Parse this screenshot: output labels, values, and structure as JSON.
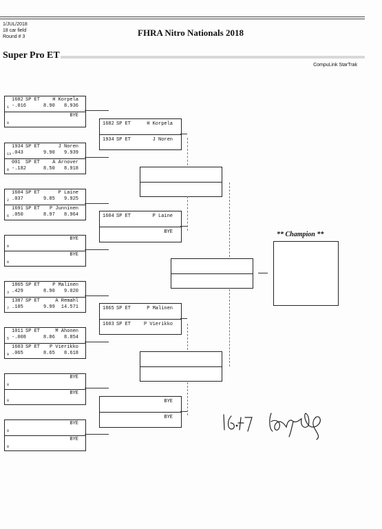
{
  "header": {
    "date": "1/JUL/2018",
    "field": "18 car field",
    "round": "Round # 3",
    "title": "FHRA Nitro Nationals 2018",
    "class_name": "Super Pro ET",
    "software": "CompuLink StarTrak"
  },
  "round1": [
    {
      "lane1": {
        "num": "1682",
        "cls": "SP ET",
        "name": "H Korpela",
        "lane": "1",
        "rt": "-.016",
        "dial": "8.90",
        "et": "8.936"
      },
      "lane2": {
        "num": "",
        "cls": "",
        "name": "BYE",
        "lane": "0",
        "rt": "",
        "dial": "",
        "et": ""
      }
    },
    {
      "lane1": {
        "num": "1934",
        "cls": "SP ET",
        "name": "J Noren",
        "lane": "13",
        "rt": ".043",
        "dial": "9.90",
        "et": "9.939"
      },
      "lane2": {
        "num": "001",
        "cls": "SP ET",
        "name": "A Arnover",
        "lane": "8",
        "rt": "-.182",
        "dial": "8.50",
        "et": "8.918"
      }
    },
    {
      "lane1": {
        "num": "1604",
        "cls": "SP ET",
        "name": "P Laine",
        "lane": "2",
        "rt": ".037",
        "dial": "9.85",
        "et": "9.925"
      },
      "lane2": {
        "num": "1691",
        "cls": "SP ET",
        "name": "P Junninen",
        "lane": "6",
        "rt": ".050",
        "dial": "8.97",
        "et": "8.964"
      }
    },
    {
      "lane1": {
        "num": "",
        "cls": "",
        "name": "BYE",
        "lane": "0",
        "rt": "",
        "dial": "",
        "et": ""
      },
      "lane2": {
        "num": "",
        "cls": "",
        "name": "BYE",
        "lane": "0",
        "rt": "",
        "dial": "",
        "et": ""
      }
    },
    {
      "lane1": {
        "num": "1865",
        "cls": "SP ET",
        "name": "P Malinen",
        "lane": "3",
        "rt": ".429",
        "dial": "8.90",
        "et": "9.020"
      },
      "lane2": {
        "num": "1387",
        "cls": "SP ET",
        "name": "A Remahl",
        "lane": "7",
        "rt": ".105",
        "dial": "9.99",
        "et": "14.571"
      }
    },
    {
      "lane1": {
        "num": "1011",
        "cls": "SP ET",
        "name": "M Ahonen",
        "lane": "5",
        "rt": "-.008",
        "dial": "8.86",
        "et": "8.854"
      },
      "lane2": {
        "num": "1603",
        "cls": "SP ET",
        "name": "P Vierikko",
        "lane": "9",
        "rt": ".065",
        "dial": "8.65",
        "et": "8.618"
      }
    },
    {
      "lane1": {
        "num": "",
        "cls": "",
        "name": "BYE",
        "lane": "0",
        "rt": "",
        "dial": "",
        "et": ""
      },
      "lane2": {
        "num": "",
        "cls": "",
        "name": "BYE",
        "lane": "0",
        "rt": "",
        "dial": "",
        "et": ""
      }
    },
    {
      "lane1": {
        "num": "",
        "cls": "",
        "name": "BYE",
        "lane": "0",
        "rt": "",
        "dial": "",
        "et": ""
      },
      "lane2": {
        "num": "",
        "cls": "",
        "name": "BYE",
        "lane": "0",
        "rt": "",
        "dial": "",
        "et": ""
      }
    }
  ],
  "round2": [
    {
      "lane1": {
        "num": "1682",
        "cls": "SP ET",
        "name": "H Korpela"
      },
      "lane2": {
        "num": "1934",
        "cls": "SP ET",
        "name": "J Noren"
      }
    },
    {
      "lane1": {
        "num": "1604",
        "cls": "SP ET",
        "name": "P Laine"
      },
      "lane2": {
        "num": "",
        "cls": "",
        "name": "BYE"
      }
    },
    {
      "lane1": {
        "num": "1865",
        "cls": "SP ET",
        "name": "P Malinen"
      },
      "lane2": {
        "num": "1603",
        "cls": "SP ET",
        "name": "P Vierikko"
      }
    },
    {
      "lane1": {
        "num": "",
        "cls": "",
        "name": "BYE"
      },
      "lane2": {
        "num": "",
        "cls": "",
        "name": "BYE"
      }
    }
  ],
  "champion_label": "** Champion **",
  "signature": "16.47"
}
